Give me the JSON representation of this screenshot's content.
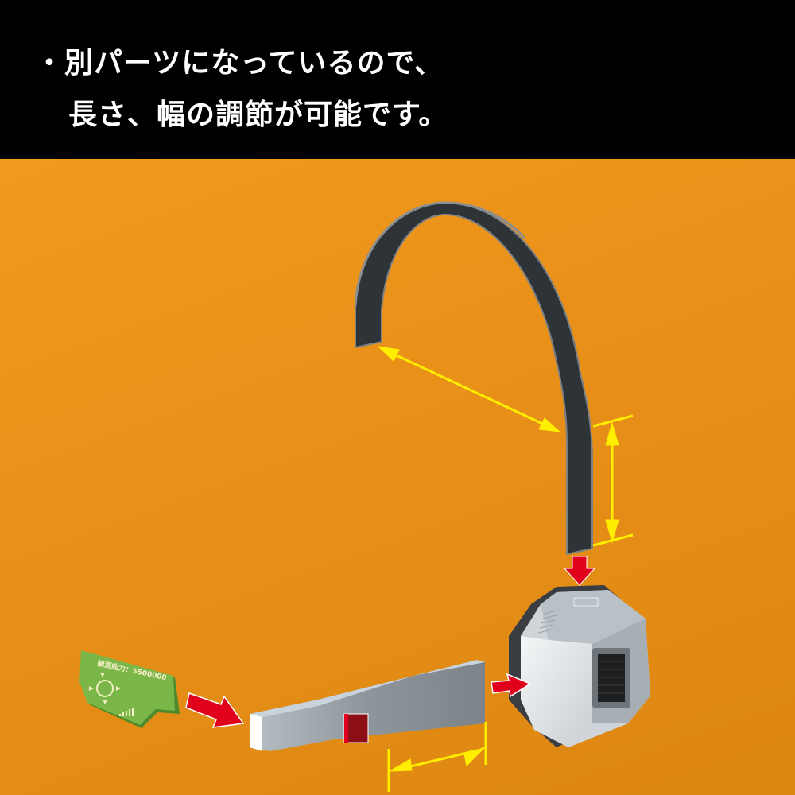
{
  "caption": {
    "line1": "・別パーツになっているので、",
    "line2": "長さ、幅の調節が可能です。"
  },
  "scene": {
    "background_color": "#e99019",
    "parts": [
      {
        "id": "headband",
        "description": "arched dark headband"
      },
      {
        "id": "earpiece",
        "description": "white/grey octagonal ear unit"
      },
      {
        "id": "boom-arm",
        "description": "grey arm with red light"
      },
      {
        "id": "hud-panel",
        "description": "green display panel"
      }
    ],
    "hud_panel": {
      "label": "観測能力：5500000",
      "color": "#7ab648"
    },
    "colors": {
      "dimension_arrow": "#ffee00",
      "assembly_arrow": "#e0001b",
      "headband": "#2e3338",
      "boom_arm": "#8a9298",
      "indicator_light": "#8b0f14"
    }
  }
}
